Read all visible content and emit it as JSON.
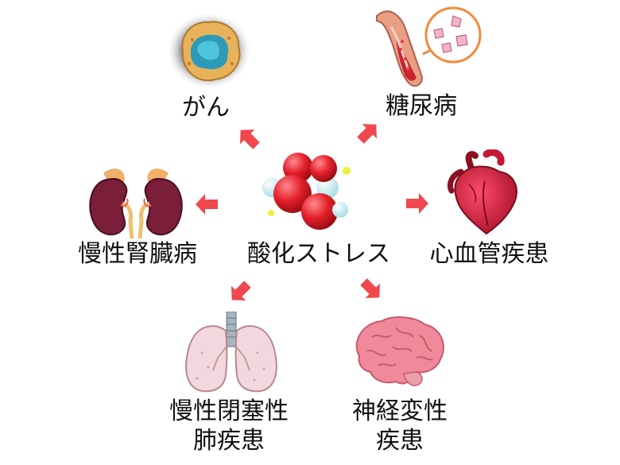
{
  "center": {
    "label": "酸化ストレス"
  },
  "diseases": [
    {
      "id": "cancer",
      "label": "がん",
      "icon": "cancer-cell-icon"
    },
    {
      "id": "diabetes",
      "label": "糖尿病",
      "icon": "blood-vessel-glucose-icon"
    },
    {
      "id": "ckd",
      "label": "慢性腎臓病",
      "icon": "kidneys-icon"
    },
    {
      "id": "cvd",
      "label": "心血管疾患",
      "icon": "heart-icon"
    },
    {
      "id": "copd",
      "label_line1": "慢性閉塞性",
      "label_line2": "肺疾患",
      "icon": "lungs-icon"
    },
    {
      "id": "neuro",
      "label_line1": "神経変性",
      "label_line2": "疾患",
      "icon": "brain-icon"
    }
  ],
  "colors": {
    "arrow": "#f0484e",
    "molecule_red": "#e4202a",
    "molecule_light": "#bfe8ef",
    "electron": "#f2ef3a"
  }
}
